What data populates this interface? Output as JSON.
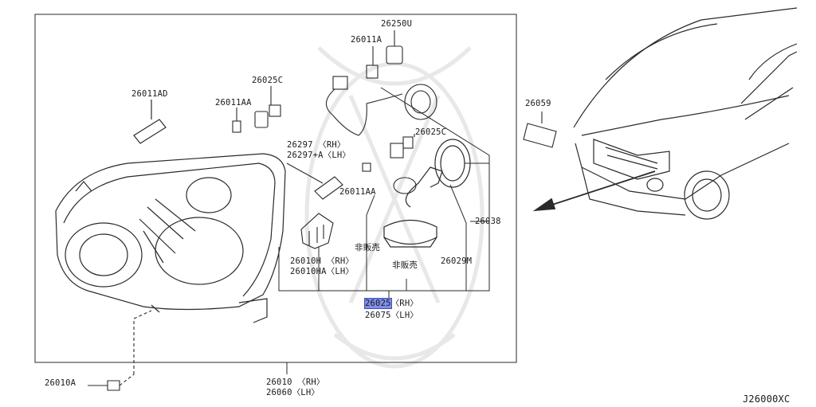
{
  "labels": {
    "p26250U": "26250U",
    "p26011A": "26011A",
    "p26011AD": "26011AD",
    "p26025C_top": "26025C",
    "p26011AA_top": "26011AA",
    "p26025C_mid": "26025C",
    "p26297": "26297 〈RH〉",
    "p26297A": "26297+A〈LH〉",
    "p26011AA_mid": "26011AA",
    "p26059": "26059",
    "p26038": "26038",
    "not_sold_1": "非販売",
    "p26010H": "26010H 〈RH〉",
    "p26010HA": "26010HA〈LH〉",
    "not_sold_2": "非販売",
    "p26029M": "26029M",
    "p26025_code": "26025",
    "p26025_side": "〈RH〉",
    "p26075": "26075〈LH〉",
    "p26010A": "26010A",
    "p26010": "26010 〈RH〉",
    "p26060": "26060〈LH〉",
    "sheet_code": "J26000XC"
  },
  "colors": {
    "line": "#2a2a2a",
    "highlight": "#7f8fe8",
    "watermark": "#e6e6e6"
  }
}
